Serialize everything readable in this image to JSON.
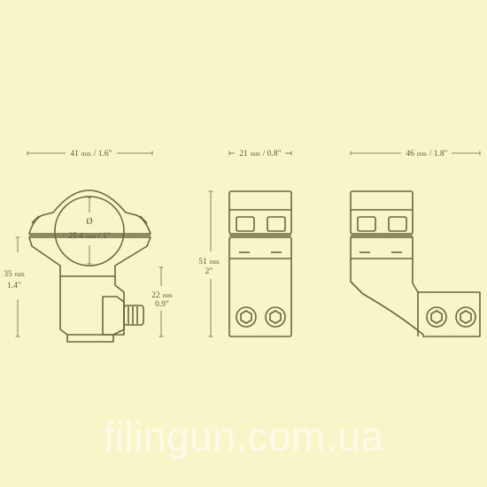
{
  "dimensions": {
    "front_width": {
      "value": "41",
      "unit": "mm",
      "inch": "/ 1.6\""
    },
    "diameter": {
      "symbol": "Ø",
      "value": "25.4",
      "unit": "mm",
      "inch": "/ 1\""
    },
    "mount_height": {
      "value": "35",
      "unit": "mm",
      "inch": "1.4\""
    },
    "clamp_height": {
      "value": "22",
      "unit": "mm",
      "inch": "0.9\""
    },
    "side_width": {
      "value": "21",
      "unit": "mm",
      "inch": "/ 0.8\""
    },
    "total_height": {
      "value": "51",
      "unit": "mm",
      "inch": "2\""
    },
    "offset_width": {
      "value": "46",
      "unit": "mm",
      "inch": "/ 1.8\""
    }
  },
  "watermark": "filingun.com.ua",
  "colors": {
    "background": "#f8f5c9",
    "line": "#6b6640",
    "text": "#5e5a3c"
  }
}
